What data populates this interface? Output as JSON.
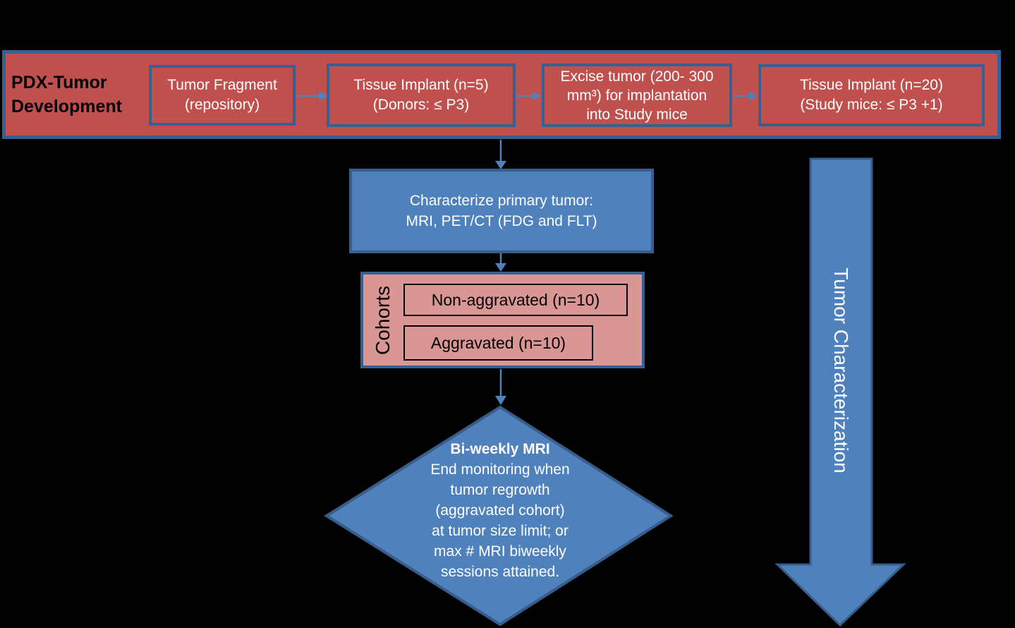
{
  "colors": {
    "background": "#000000",
    "red_fill": "#C0504D",
    "pink_fill": "#D99694",
    "blue_fill": "#4F81BD",
    "border_blue": "#376092",
    "border_dark": "#385D8A",
    "arrow_blue": "#4F81BD"
  },
  "lane": {
    "title": [
      "PDX-Tumor",
      "Development"
    ],
    "boxes": [
      {
        "lines": [
          "Tumor Fragment",
          "(repository)"
        ]
      },
      {
        "lines": [
          "Tissue Implant (n=5)",
          "(Donors: ≤ P3)"
        ]
      },
      {
        "lines": [
          "Excise tumor (200- 300",
          "mm³) for implantation",
          "into Study mice"
        ]
      },
      {
        "lines": [
          "Tissue Implant (n=20)",
          "(Study mice: ≤ P3 +1)"
        ]
      }
    ]
  },
  "characterize": {
    "lines": [
      "Characterize primary tumor:",
      "MRI, PET/CT (FDG and FLT)"
    ]
  },
  "cohorts": {
    "label": "Cohorts",
    "items": [
      "Non-aggravated (n=10)",
      "Aggravated (n=10)"
    ]
  },
  "decision": {
    "title": "Bi-weekly MRI",
    "lines": [
      "End monitoring when",
      "tumor regrowth",
      "(aggravated cohort)",
      "at tumor size limit; or",
      "max # MRI biweekly",
      "sessions attained."
    ]
  },
  "side_arrow": {
    "label": "Tumor Characterization"
  }
}
